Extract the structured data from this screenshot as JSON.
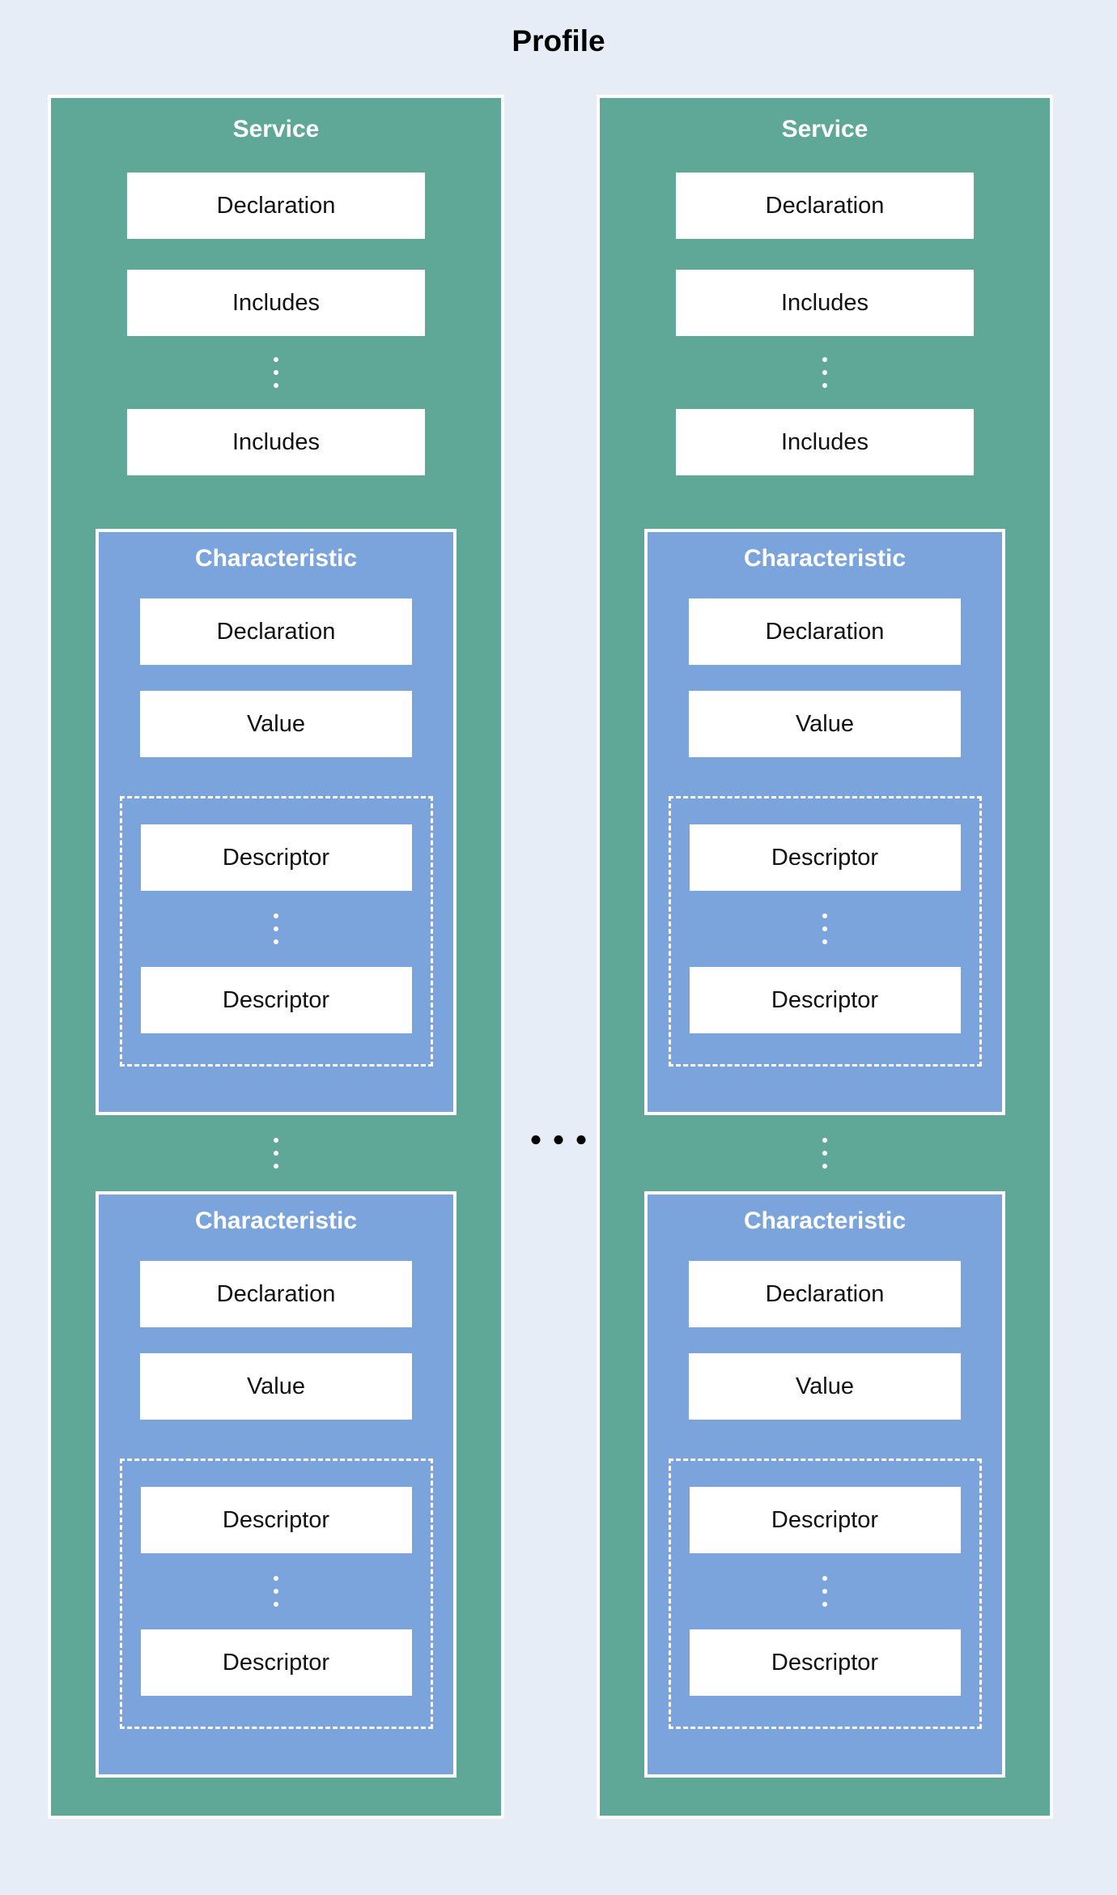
{
  "title": "Profile",
  "colors": {
    "background": "#E7EDF6",
    "service_green": "#5FA897",
    "characteristic_blue": "#7BA4DD",
    "box_white": "#FFFFFF",
    "text_dark": "#111111"
  },
  "icons": {
    "vertical_ellipsis": "⋮",
    "horizontal_ellipsis": "…"
  },
  "services": [
    {
      "title": "Service",
      "declaration": "Declaration",
      "includes_top": "Includes",
      "includes_bottom": "Includes",
      "characteristics": [
        {
          "title": "Characteristic",
          "declaration": "Declaration",
          "value": "Value",
          "descriptors": [
            "Descriptor",
            "Descriptor"
          ]
        },
        {
          "title": "Characteristic",
          "declaration": "Declaration",
          "value": "Value",
          "descriptors": [
            "Descriptor",
            "Descriptor"
          ]
        }
      ]
    },
    {
      "title": "Service",
      "declaration": "Declaration",
      "includes_top": "Includes",
      "includes_bottom": "Includes",
      "characteristics": [
        {
          "title": "Characteristic",
          "declaration": "Declaration",
          "value": "Value",
          "descriptors": [
            "Descriptor",
            "Descriptor"
          ]
        },
        {
          "title": "Characteristic",
          "declaration": "Declaration",
          "value": "Value",
          "descriptors": [
            "Descriptor",
            "Descriptor"
          ]
        }
      ]
    }
  ]
}
